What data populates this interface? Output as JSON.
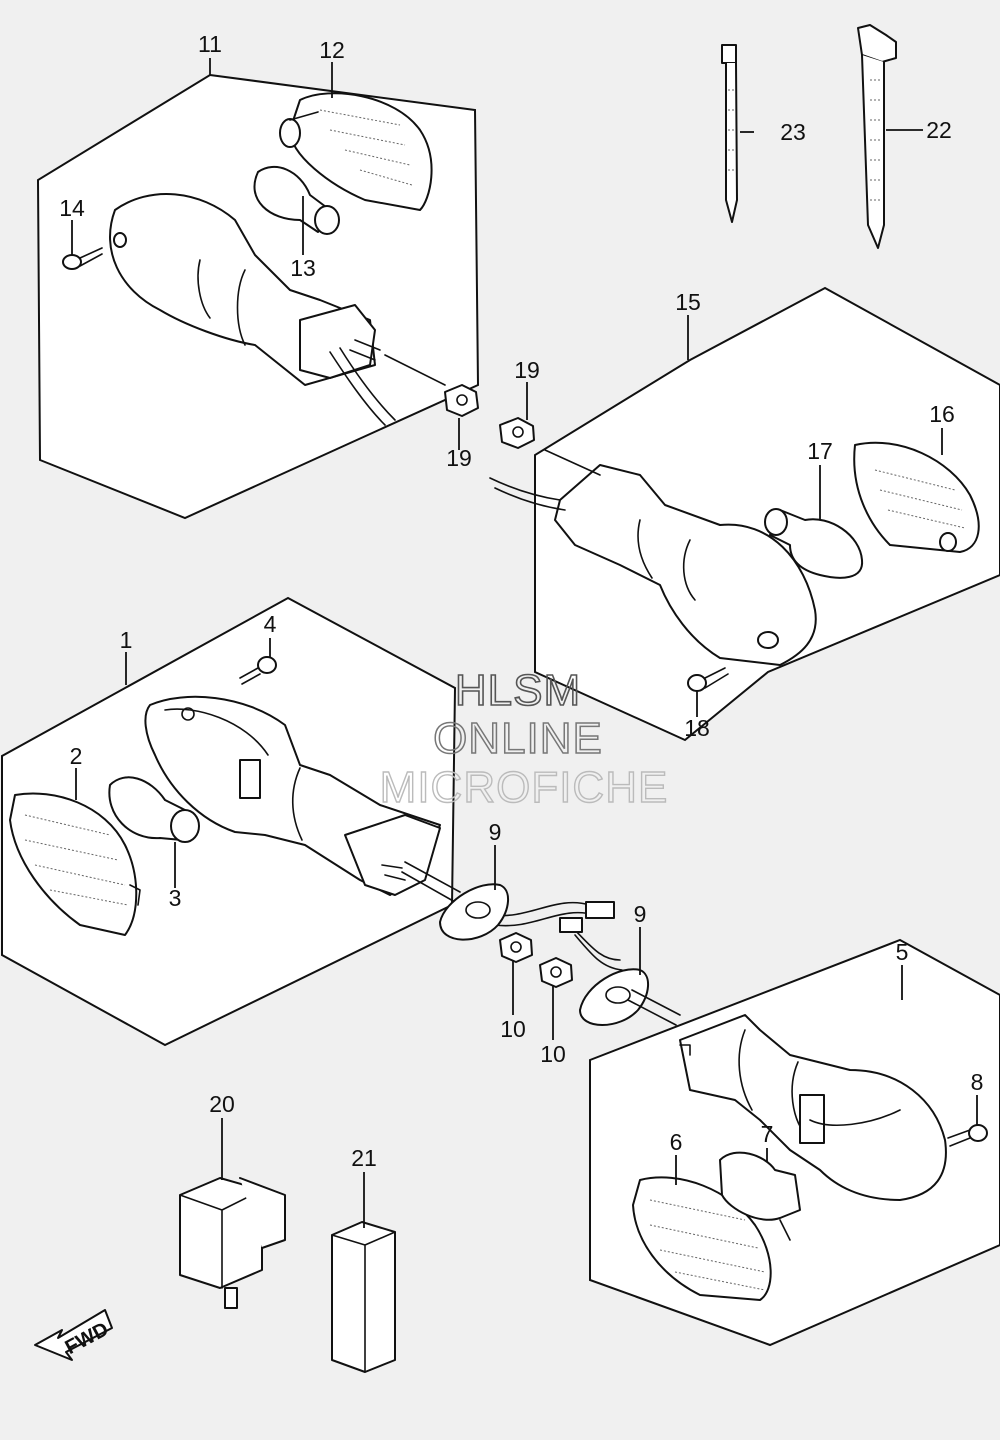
{
  "watermark": {
    "line1": "HLSM",
    "line2": "ONLINE",
    "line3": "MICROFICHE"
  },
  "fwd_arrow": {
    "label": "FWD"
  },
  "callouts": {
    "n1": "1",
    "n2": "2",
    "n3": "3",
    "n4": "4",
    "n5": "5",
    "n6": "6",
    "n7": "7",
    "n8": "8",
    "n9a": "9",
    "n9b": "9",
    "n10a": "10",
    "n10b": "10",
    "n11": "11",
    "n12": "12",
    "n13": "13",
    "n14": "14",
    "n15": "15",
    "n16": "16",
    "n17": "17",
    "n18": "18",
    "n19a": "19",
    "n19b": "19",
    "n20": "20",
    "n21": "21",
    "n22": "22",
    "n23": "23"
  }
}
